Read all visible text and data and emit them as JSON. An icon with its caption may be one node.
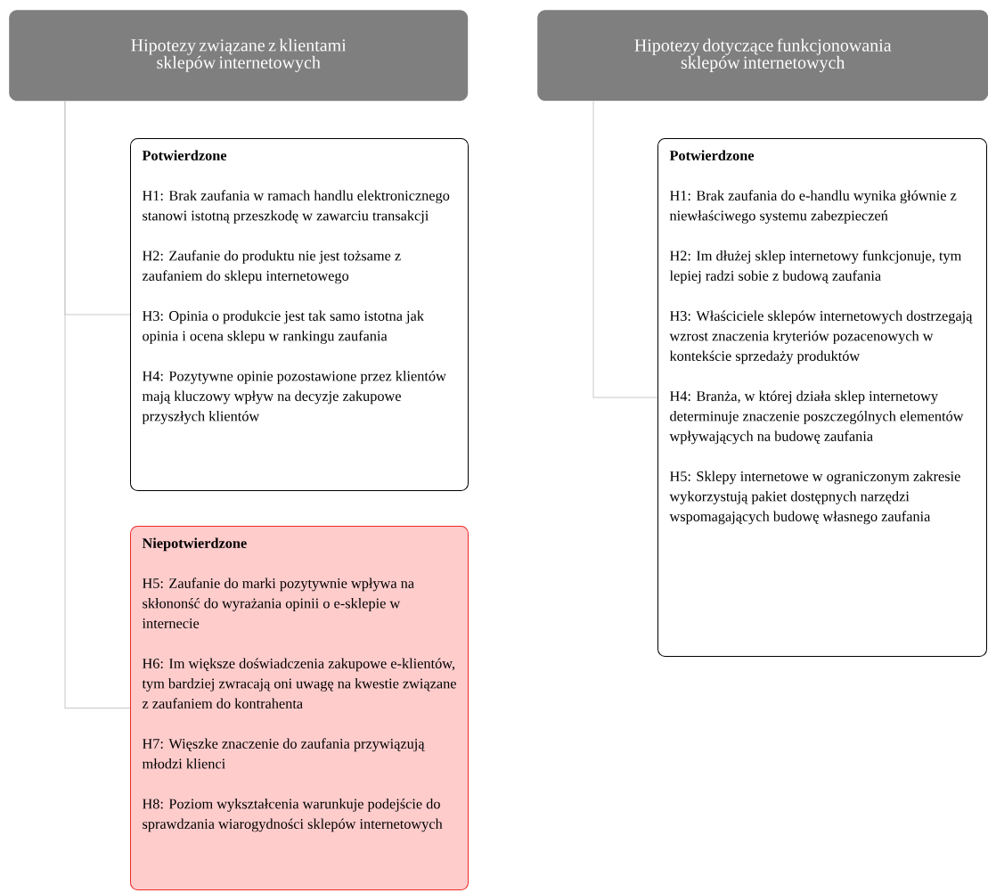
{
  "diagram": {
    "nodes": [
      {
        "text": [
          "Hipotezy związane z klientami sklepów internetowych"
        ]
      },
      {
        "text": [
          "Potwierdzone",
          "H1: Brak zaufania w ramach handlu elektronicznego stanowi istotną przeszkodę w zawarciu transakcji",
          "H2: Zaufanie do produktu nie jest tożsame z zaufaniem do sklepu internetowego",
          "H3: Opinia o produkcie jest tak samo istotna jak opinia i ocena sklepu w rankingu zaufania",
          "H4: Pozytywne opinie pozostawione przez klientów mają kluczowy wpływ na decyzje zakupowe przyszłych klientów"
        ]
      },
      {
        "text": [
          "Niepotwierdzone",
          "H5: Zaufanie do marki pozytywnie wpływa na skłononść do wyrażania opinii o e-sklepie w internecie",
          "H6: Im większe doświadczenia zakupowe e-klientów, tym bardziej zwracają oni uwagę na kwestie związane z zaufaniem do kontrahenta",
          "H7: Więszke znaczenie do zaufania przywiązują młodzi klienci",
          "H8: Poziom wykształcenia warunkuje podejście do sprawdzania wiarogydności sklepów internetowych"
        ]
      },
      {
        "text": [
          "Hipotezy dotyczące funkcjonowania sklepów internetowych"
        ]
      },
      {
        "text": [
          "Potwierdzone",
          "H1: Brak zaufania do e-handlu wynika głównie z niewłaściwego systemu zabezpieczeń",
          "H2: Im dłużej sklep internetowy funkcjonuje, tym lepiej radzi sobie z budową zaufania",
          "H3: Właściciele sklepów internetowych dostrzegają wzrost znaczenia kryteriów pozacenowych w kontekście sprzedaży produktów",
          "H4: Branża, w której działa sklep internetowy determinuje znaczenie poszczególnych elementów wpływających na budowę zaufania",
          "H5: Sklepy internetowe w ograniczonym zakresie wykorzystują pakiet dostępnych narzędzi wspomagających budowę własnego zaufania"
        ]
      }
    ],
    "edges": [
      {
        "from": 0,
        "to": 1,
        "arrow": "none"
      },
      {
        "from": 0,
        "to": 2,
        "arrow": "none"
      },
      {
        "from": 3,
        "to": 4,
        "arrow": "none"
      }
    ]
  }
}
